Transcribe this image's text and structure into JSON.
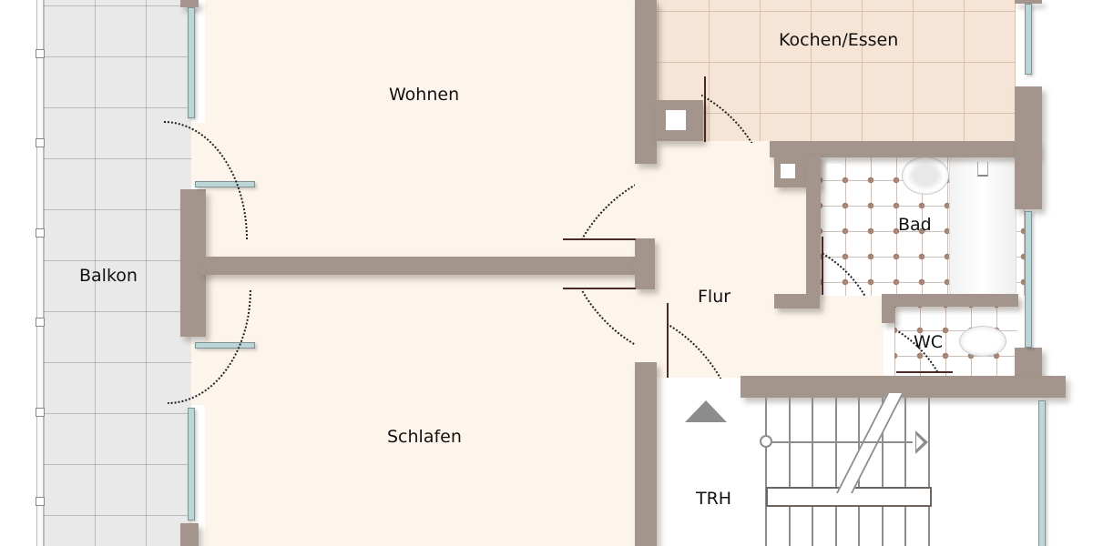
{
  "floor_plan": {
    "rooms": [
      {
        "id": "wohnen",
        "label": "Wohnen"
      },
      {
        "id": "kochen_essen",
        "label": "Kochen/Essen"
      },
      {
        "id": "bad",
        "label": "Bad"
      },
      {
        "id": "balkon",
        "label": "Balkon"
      },
      {
        "id": "flur",
        "label": "Flur"
      },
      {
        "id": "wc",
        "label": "WC"
      },
      {
        "id": "schlafen",
        "label": "Schlafen"
      },
      {
        "id": "trh",
        "label": "TRH"
      }
    ],
    "colors": {
      "wall": "#a3958b",
      "living_floor": "#fdf5ec",
      "kitchen_floor": "#f6e5d6",
      "balcony_floor": "#e9e9e9",
      "bath_floor": "#ffffff",
      "window_glass": "#bcd6d8",
      "door_leaf": "#4a2a24",
      "stair_arrow": "#8d8d8d"
    }
  }
}
